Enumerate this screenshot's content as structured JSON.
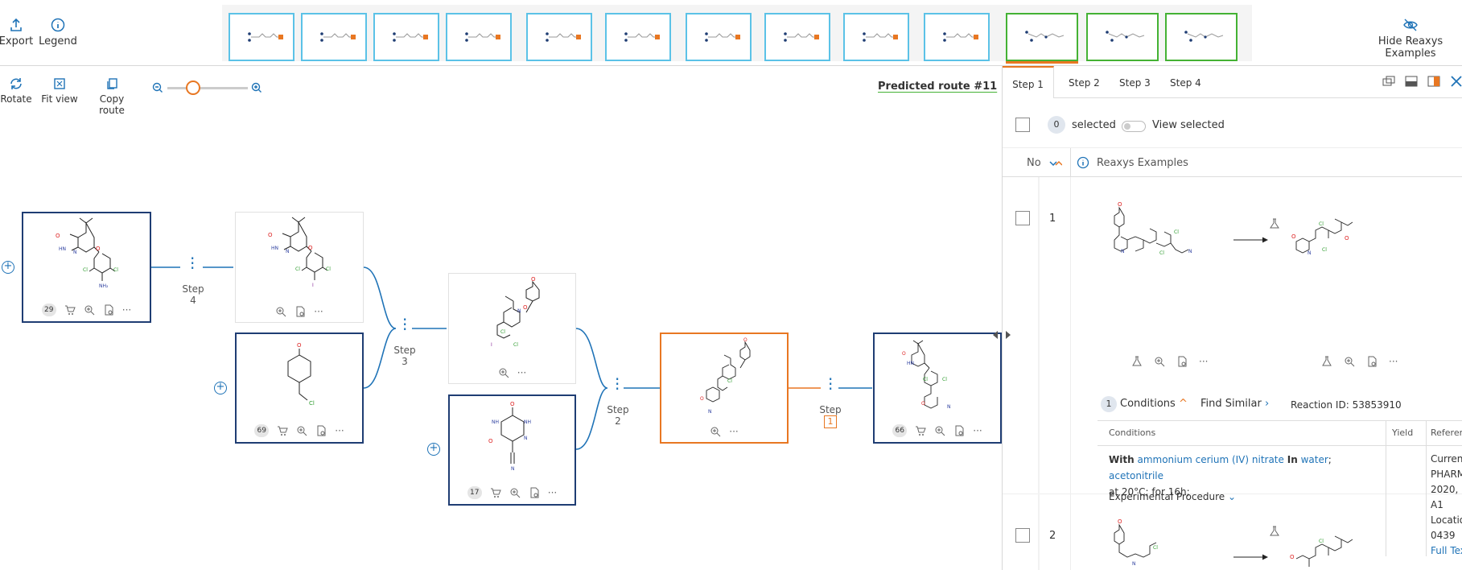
{
  "toolbar": {
    "export_label": "Export",
    "legend_label": "Legend",
    "hide_examples_label": "Hide Reaxys Examples"
  },
  "canvas_tools": {
    "rotate_label": "Rotate",
    "fit_view_label": "Fit view",
    "copy_route_label": "Copy route",
    "route_title": "Predicted route #11"
  },
  "route": {
    "step4_label": "Step",
    "step4_num": "4",
    "step3_label": "Step",
    "step3_num": "3",
    "step2_label": "Step",
    "step2_num": "2",
    "step1_label": "Step",
    "step1_num": "1",
    "badge_target": "29",
    "badge_chloride": "69",
    "badge_triazine": "17",
    "badge_product": "66",
    "more": "···"
  },
  "panel": {
    "tabs": [
      "Step 1",
      "Step 2",
      "Step 3",
      "Step 4"
    ],
    "selected_count": "0",
    "selected_label": "selected",
    "view_selected_label": "View selected",
    "col_no": "No",
    "col_examples": "Reaxys Examples",
    "rows": [
      {
        "num": "1"
      },
      {
        "num": "2"
      }
    ],
    "conditions_count": "1",
    "conditions_label": "Conditions",
    "find_similar_label": "Find Similar",
    "reaction_id": "Reaction ID: 53853910",
    "table_conditions": "Conditions",
    "table_yield": "Yield",
    "table_reference": "Referenc",
    "cond_with": "With",
    "cond_reagent": "ammonium cerium (IV) nitrate",
    "cond_in": "In",
    "cond_solvent1": "water",
    "cond_sep": ";",
    "cond_solvent2": "acetonitrile",
    "cond_temp": "at 20°C; for 16h;",
    "experimental": "Experimental Procedure",
    "ref_lines": [
      "Current",
      "PHARMA",
      "2020, A1",
      "Location",
      "0439"
    ],
    "full_text": "Full Text"
  }
}
